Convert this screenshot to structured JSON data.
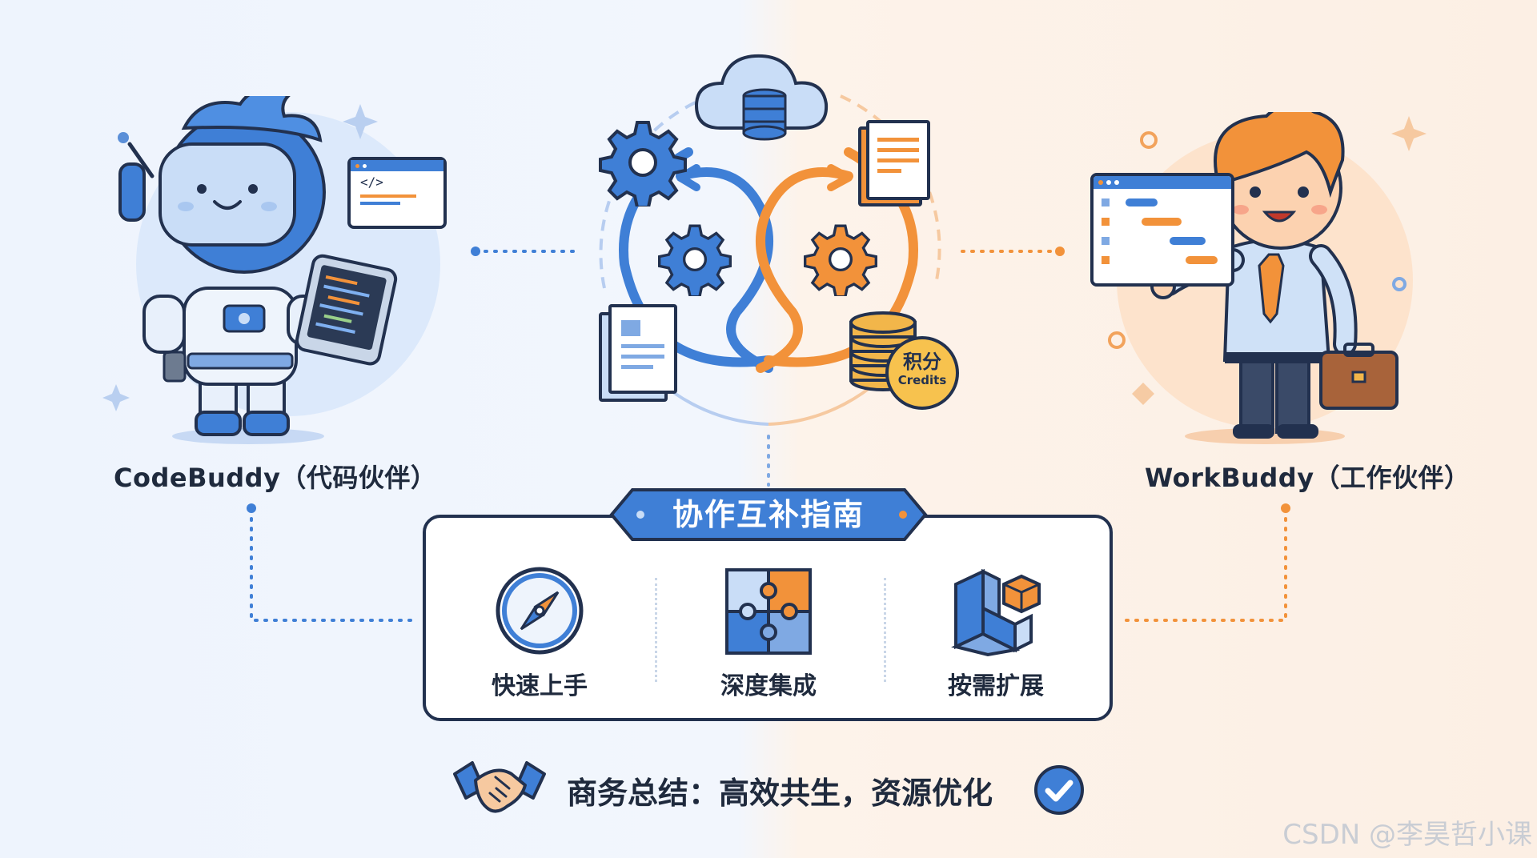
{
  "left_character": {
    "label": "CodeBuddy（代码伙伴）",
    "code_tag": "</>"
  },
  "right_character": {
    "label": "WorkBuddy（工作伙伴）"
  },
  "center": {
    "coin_label_cn": "积分",
    "coin_label_en": "Credits"
  },
  "guide": {
    "title": "协作互补指南",
    "features": [
      {
        "label": "快速上手",
        "icon": "compass-icon"
      },
      {
        "label": "深度集成",
        "icon": "puzzle-icon"
      },
      {
        "label": "按需扩展",
        "icon": "blocks-icon"
      }
    ]
  },
  "summary": {
    "text": "商务总结：高效共生，资源优化",
    "icon": "handshake-icon",
    "check_icon": "check-circle-icon"
  },
  "watermark": "CSDN @李昊哲小课",
  "colors": {
    "blue": "#3f7fd6",
    "orange": "#f2923a",
    "navy": "#22314f"
  }
}
